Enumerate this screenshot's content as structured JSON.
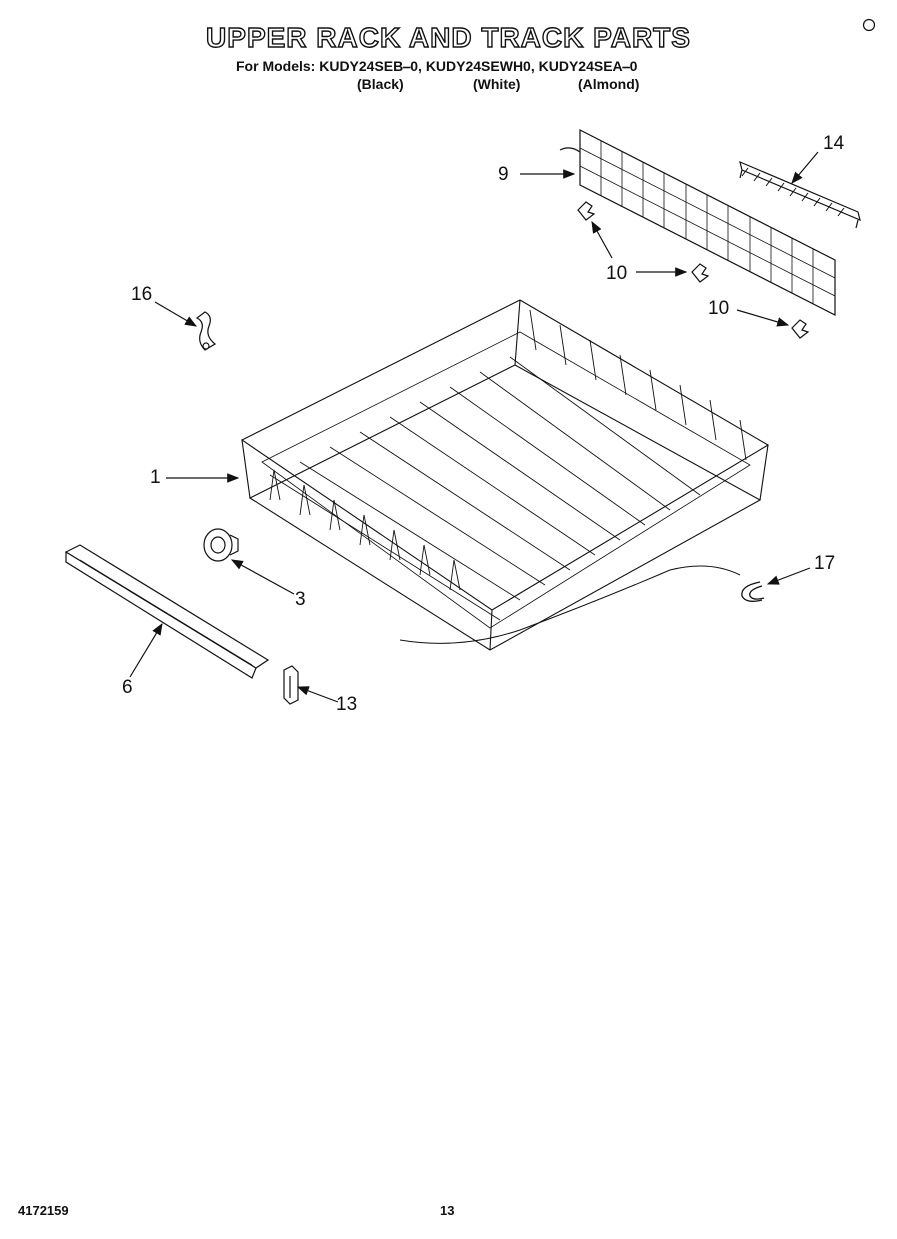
{
  "title": "UPPER RACK AND TRACK PARTS",
  "models_line": "For Models: KUDY24SEB⎯0, KUDY24SEWH0, KUDY24SEA⎯0",
  "colors": {
    "black": "(Black)",
    "white": "(White)",
    "almond": "(Almond)"
  },
  "callouts": {
    "c1": "1",
    "c3": "3",
    "c6": "6",
    "c9": "9",
    "c10a": "10",
    "c10b": "10",
    "c13": "13",
    "c14": "14",
    "c16": "16",
    "c17": "17"
  },
  "footer": {
    "part_number": "4172159",
    "page_number": "13"
  },
  "line_color": "#111111"
}
